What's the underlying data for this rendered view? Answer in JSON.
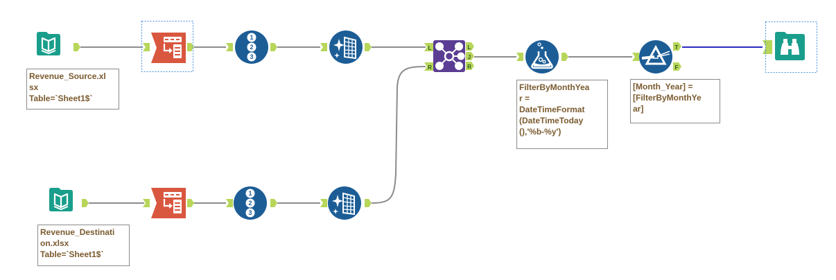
{
  "workflow": {
    "tools": [
      {
        "id": "input1",
        "type": "input-data",
        "annotation": "Revenue_Source.xl\nsx\nTable=`Sheet1$`"
      },
      {
        "id": "select1",
        "type": "select"
      },
      {
        "id": "recordid1",
        "type": "record-id"
      },
      {
        "id": "cleanse1",
        "type": "data-cleansing"
      },
      {
        "id": "input2",
        "type": "input-data",
        "annotation": "Revenue_Destinati\non.xlsx\nTable=`Sheet1$`"
      },
      {
        "id": "select2",
        "type": "select"
      },
      {
        "id": "recordid2",
        "type": "record-id"
      },
      {
        "id": "cleanse2",
        "type": "data-cleansing"
      },
      {
        "id": "join",
        "type": "join",
        "inputs": [
          "L",
          "R"
        ],
        "outputs": [
          "L",
          "J",
          "R"
        ]
      },
      {
        "id": "formula",
        "type": "formula",
        "annotation": "FilterByMonthYea\nr =\nDateTimeFormat\n(DateTimeToday\n(),'%b-%y')"
      },
      {
        "id": "filter",
        "type": "filter",
        "outputs": [
          "T",
          "F"
        ],
        "annotation": "[Month_Year] =\n[FilterByMonthYe\nar]"
      },
      {
        "id": "browse",
        "type": "browse"
      }
    ],
    "anchor_labels": {
      "join_in_l": "L",
      "join_in_r": "R",
      "join_out_l": "L",
      "join_out_j": "J",
      "join_out_r": "R",
      "filter_t": "T",
      "filter_f": "F"
    },
    "colors": {
      "input_teal": "#1a9e8c",
      "select_red": "#d9573f",
      "tool_blue": "#1c5d96",
      "join_purple": "#5b3e93",
      "anchor_green": "#b7d65a",
      "connection_gray": "#8c8c8c",
      "connection_selected": "#2a2ac4",
      "selection_dash": "#3b8bdc"
    }
  }
}
